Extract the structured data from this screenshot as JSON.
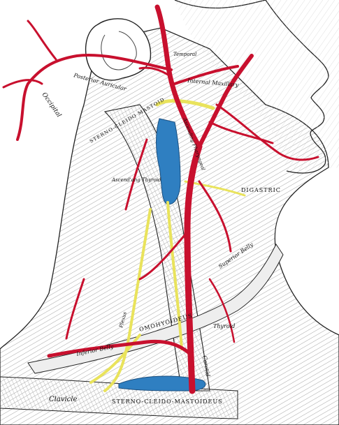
{
  "labels": {
    "occipital": "Occipital",
    "posterior_auricular": "Posterior Auricular",
    "internal_maxillary": "Internal Maxillary",
    "temporal": "Temporal",
    "sterno_cleido_mastoid_upper": "STERNO-CLEIDO MASTOID",
    "ascending_pharyngeal": "Ascending Pharyngeal",
    "arch_thyroid": "Ascend'ang Thyroid",
    "digastric": "DIGASTRIC",
    "superior_belly": "Superior Belly",
    "omohyoideus": "OMOHYOIDEUS",
    "inferior_belly": "Inferior Belly",
    "thyroid": "Thyroid",
    "common_carotid": "Carotid",
    "clavicle": "Clavicle",
    "sterno_cleido_mastoid_lower": "STERNO-CLEIDO-MASTOIDEUS",
    "plexus": "Plexus"
  },
  "colors": {
    "artery": "#c8102e",
    "vein": "#2f7fc1",
    "nerve": "#e9e35c",
    "ink": "#222222"
  }
}
